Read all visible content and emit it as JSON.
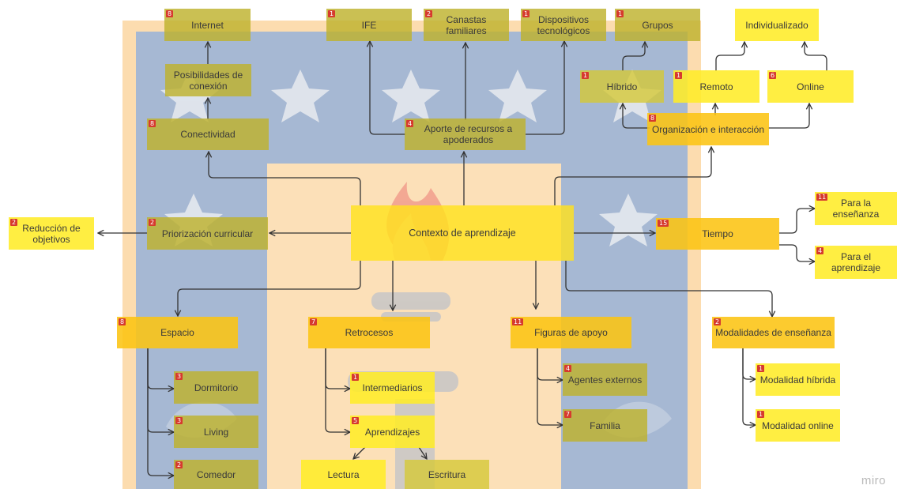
{
  "colors": {
    "badge": "#d63a2e",
    "yellow": "#ffec28",
    "amber": "#fcc412",
    "olive": "#beb22d",
    "logo_blue": "#a6b8d3",
    "logo_peach": "#fcdcaf"
  },
  "nodes": {
    "internet": {
      "label": "Internet",
      "badge": "8"
    },
    "ife": {
      "label": "IFE",
      "badge": "1"
    },
    "canastas": {
      "label": "Canastas familiares",
      "badge": "2"
    },
    "dispositivos": {
      "label": "Dispositivos tecnológicos",
      "badge": "1"
    },
    "grupos": {
      "label": "Grupos",
      "badge": "1"
    },
    "individualizado": {
      "label": "Individualizado",
      "badge": ""
    },
    "posibilidades": {
      "label": "Posibilidades de conexión",
      "badge": ""
    },
    "hibrido": {
      "label": "Híbrido",
      "badge": "1"
    },
    "remoto": {
      "label": "Remoto",
      "badge": "1"
    },
    "online": {
      "label": "Online",
      "badge": "6"
    },
    "conectividad": {
      "label": "Conectividad",
      "badge": "8"
    },
    "aporte": {
      "label": "Aporte de recursos a apoderados",
      "badge": "4"
    },
    "organizacion": {
      "label": "Organización e interacción",
      "badge": "8"
    },
    "reduccion": {
      "label": "Reducción de objetivos",
      "badge": "2"
    },
    "priorizacion": {
      "label": "Priorización curricular",
      "badge": "2"
    },
    "contexto": {
      "label": "Contexto de aprendizaje",
      "badge": ""
    },
    "tiempo": {
      "label": "Tiempo",
      "badge": "15"
    },
    "ensenanza": {
      "label": "Para la enseñanza",
      "badge": "11"
    },
    "aprendizaje_t": {
      "label": "Para el aprendizaje",
      "badge": "4"
    },
    "espacio": {
      "label": "Espacio",
      "badge": "8"
    },
    "retrocesos": {
      "label": "Retrocesos",
      "badge": "7"
    },
    "figuras": {
      "label": "Figuras de apoyo",
      "badge": "11"
    },
    "modalidades": {
      "label": "Modalidades de enseñanza",
      "badge": "2"
    },
    "dormitorio": {
      "label": "Dormitorio",
      "badge": "3"
    },
    "intermediarios": {
      "label": "Intermediarios",
      "badge": "1"
    },
    "agentes": {
      "label": "Agentes externos",
      "badge": "4"
    },
    "mod_hibrida": {
      "label": "Modalidad híbrida",
      "badge": "1"
    },
    "living": {
      "label": "Living",
      "badge": "3"
    },
    "aprendizajes": {
      "label": "Aprendizajes",
      "badge": "5"
    },
    "familia": {
      "label": "Familia",
      "badge": "7"
    },
    "mod_online": {
      "label": "Modalidad online",
      "badge": "1"
    },
    "comedor": {
      "label": "Comedor",
      "badge": "2"
    },
    "lectura": {
      "label": "Lectura",
      "badge": ""
    },
    "escritura": {
      "label": "Escritura",
      "badge": ""
    }
  },
  "watermark": "miro"
}
